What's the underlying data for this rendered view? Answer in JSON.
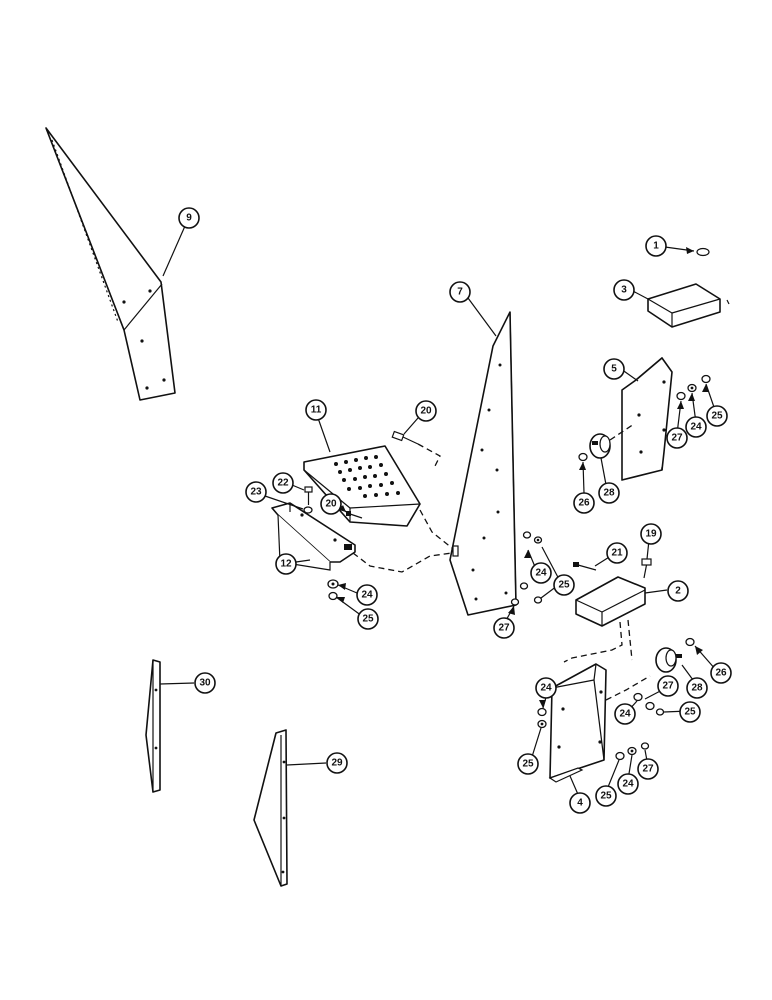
{
  "diagram": {
    "callouts": [
      {
        "id": "c1",
        "label": "1"
      },
      {
        "id": "c3",
        "label": "3"
      },
      {
        "id": "c5",
        "label": "5"
      },
      {
        "id": "c7",
        "label": "7"
      },
      {
        "id": "c9",
        "label": "9"
      },
      {
        "id": "c11",
        "label": "11"
      },
      {
        "id": "c20a",
        "label": "20"
      },
      {
        "id": "c20b",
        "label": "20"
      },
      {
        "id": "c22",
        "label": "22"
      },
      {
        "id": "c23",
        "label": "23"
      },
      {
        "id": "c12",
        "label": "12"
      },
      {
        "id": "c24a",
        "label": "24"
      },
      {
        "id": "c25a",
        "label": "25"
      },
      {
        "id": "c27a",
        "label": "27"
      },
      {
        "id": "c24b",
        "label": "24"
      },
      {
        "id": "c25b",
        "label": "25"
      },
      {
        "id": "c26a",
        "label": "26"
      },
      {
        "id": "c28a",
        "label": "28"
      },
      {
        "id": "c27b",
        "label": "27"
      },
      {
        "id": "c24c",
        "label": "24"
      },
      {
        "id": "c25c",
        "label": "25"
      },
      {
        "id": "c21",
        "label": "21"
      },
      {
        "id": "c19",
        "label": "19"
      },
      {
        "id": "c2",
        "label": "2"
      },
      {
        "id": "c26b",
        "label": "26"
      },
      {
        "id": "c28b",
        "label": "28"
      },
      {
        "id": "c27c",
        "label": "27"
      },
      {
        "id": "c24d",
        "label": "24"
      },
      {
        "id": "c25d",
        "label": "25"
      },
      {
        "id": "c24e",
        "label": "24"
      },
      {
        "id": "c25e",
        "label": "25"
      },
      {
        "id": "c25f",
        "label": "25"
      },
      {
        "id": "c24f",
        "label": "24"
      },
      {
        "id": "c27d",
        "label": "27"
      },
      {
        "id": "c4",
        "label": "4"
      },
      {
        "id": "c30",
        "label": "30"
      },
      {
        "id": "c29",
        "label": "29"
      }
    ]
  }
}
